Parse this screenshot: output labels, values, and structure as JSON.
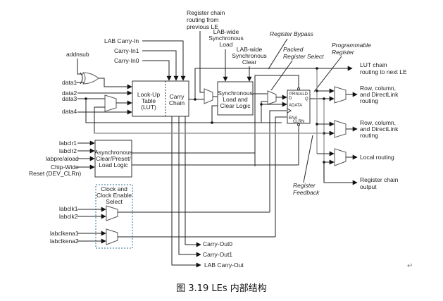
{
  "diagram": {
    "inputs": {
      "addnsub": "addnsub",
      "data1": "data1",
      "data2": "data2",
      "data3": "data3",
      "data4": "data4",
      "lab_carry_in": "LAB Carry-In",
      "carry_in1": "Carry-In1",
      "carry_in0": "Carry-In0",
      "labclr1": "labclr1",
      "labclr2": "labclr2",
      "labpre_aload": "labpre/aload",
      "chip_wide_1": "Chip-Wide",
      "chip_wide_2": "Reset (DEV_CLRn)",
      "labclk1": "labclk1",
      "labclk2": "labclk2",
      "labclkena1": "labclkena1",
      "labclkena2": "labclkena2"
    },
    "blocks": {
      "lut": [
        "Look-Up",
        "Table",
        "(LUT)"
      ],
      "carry_chain": [
        "Carry",
        "Chain"
      ],
      "sync_logic": [
        "Synchronous",
        "Load and",
        "Clear Logic"
      ],
      "async_logic": [
        "Asynchronous",
        "Clear/Preset/",
        "Load Logic"
      ],
      "clock_select": [
        "Clock and",
        "Clock Enable",
        "Select"
      ],
      "register_ports": {
        "prn": "PRN/ALD",
        "d": "D",
        "q": "Q",
        "adata": "ADATA",
        "ena": "ENA",
        "clrn": "CLRN"
      }
    },
    "top_labels": {
      "reg_chain_in": [
        "Register chain",
        "routing from",
        "previous LE"
      ],
      "sync_load": [
        "LAB-wide",
        "Synchronous",
        "Load"
      ],
      "sync_clear": [
        "LAB-wide",
        "Synchronous",
        "Clear"
      ]
    },
    "annotations": {
      "register_bypass": "Register Bypass",
      "packed_register_select": [
        "Packed",
        "Register Select"
      ],
      "programmable_register": [
        "Programmable",
        "Register"
      ],
      "register_feedback": [
        "Register",
        "Feedback"
      ]
    },
    "outputs": {
      "lut_chain": [
        "LUT chain",
        "routing to next LE"
      ],
      "row_col_1": [
        "Row, column,",
        "and DirectLink",
        "routing"
      ],
      "row_col_2": [
        "Row, column,",
        "and DirectLink",
        "routing"
      ],
      "local": "Local routing",
      "reg_chain_out": [
        "Register chain",
        "output"
      ],
      "carry_out0": "Carry-Out0",
      "carry_out1": "Carry-Out1",
      "lab_carry_out": "LAB Carry-Out"
    },
    "caption": "图 3.19 LEs 内部结构",
    "return_mark": "↵"
  }
}
